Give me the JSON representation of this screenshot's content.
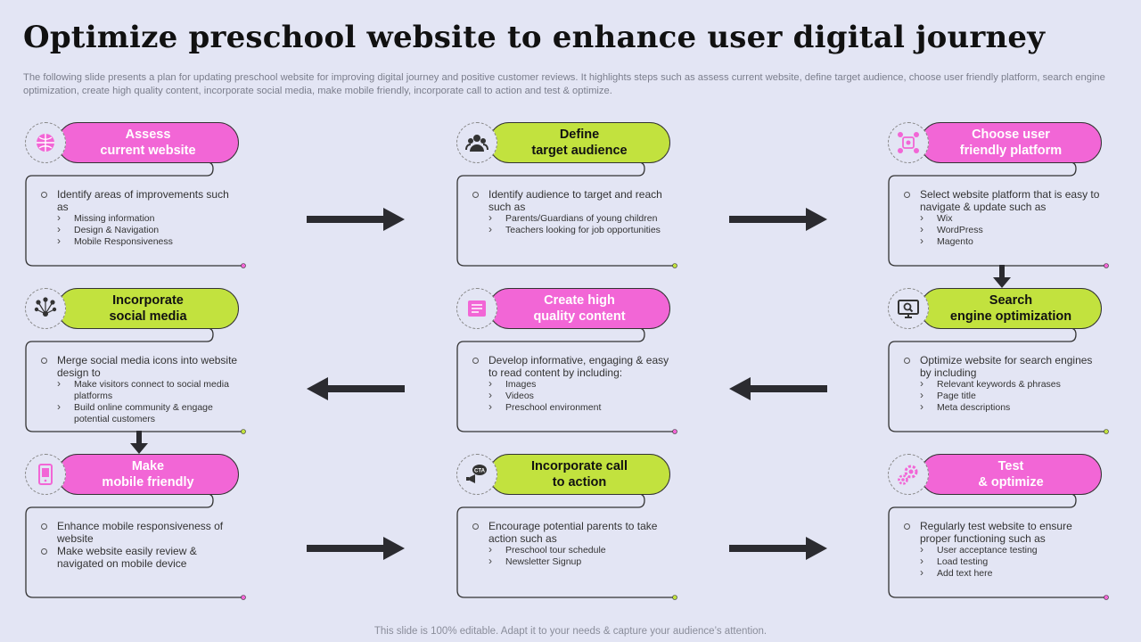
{
  "title": "Optimize preschool website to enhance user digital journey",
  "subtitle": "The following slide presents a plan for updating preschool website for improving digital journey and positive customer reviews. It highlights steps such as assess current website, define target audience, choose user friendly platform, search engine optimization, create high quality content, incorporate social media, make mobile friendly, incorporate call to action and test & optimize.",
  "footer": "This slide is 100% editable. Adapt it to your needs & capture your audience’s attention.",
  "colors": {
    "pink": "#f266d6",
    "green": "#c2e23e",
    "background": "#e3e5f4",
    "arrow": "#2b2b30"
  },
  "steps": [
    {
      "line1": "Assess",
      "line2": "current website",
      "color": "pink",
      "icon": "globe-icon",
      "bullets": [
        {
          "text": "Identify areas of improvements such as",
          "subs": [
            "Missing information",
            "Design & Navigation",
            "Mobile Responsiveness"
          ]
        }
      ]
    },
    {
      "line1": "Define",
      "line2": "target audience",
      "color": "green",
      "icon": "audience-icon",
      "bullets": [
        {
          "text": "Identify audience to target and reach such as",
          "subs": [
            "Parents/Guardians of young children",
            "Teachers looking  for job opportunities"
          ]
        }
      ]
    },
    {
      "line1": "Choose user",
      "line2": "friendly platform",
      "color": "pink",
      "icon": "platform-network-icon",
      "bullets": [
        {
          "text": "Select website platform that is easy to navigate & update such as",
          "subs": [
            "Wix",
            "WordPress",
            "Magento"
          ]
        }
      ]
    },
    {
      "line1": "Incorporate",
      "line2": "social media",
      "color": "green",
      "icon": "social-network-icon",
      "bullets": [
        {
          "text": "Merge social media icons into website design to",
          "subs": [
            "Make visitors connect to social media platforms",
            "Build online community & engage potential customers"
          ]
        }
      ]
    },
    {
      "line1": "Create high",
      "line2": "quality content",
      "color": "pink",
      "icon": "content-icon",
      "bullets": [
        {
          "text": "Develop informative, engaging & easy to read content by including:",
          "subs": [
            "Images",
            "Videos",
            "Preschool environment"
          ]
        }
      ]
    },
    {
      "line1": "Search",
      "line2": "engine optimization",
      "color": "green",
      "icon": "seo-monitor-icon",
      "bullets": [
        {
          "text": "Optimize website for search engines by including",
          "subs": [
            "Relevant keywords & phrases",
            "Page title",
            "Meta descriptions"
          ]
        }
      ]
    },
    {
      "line1": "Make",
      "line2": "mobile friendly",
      "color": "pink",
      "icon": "mobile-icon",
      "bullets": [
        {
          "text": "Enhance mobile responsiveness of website",
          "subs": []
        },
        {
          "text": "Make website easily review & navigated on mobile device",
          "subs": []
        }
      ]
    },
    {
      "line1": "Incorporate call",
      "line2": "to action",
      "color": "green",
      "icon": "cta-megaphone-icon",
      "bullets": [
        {
          "text": "Encourage potential parents to take action such as",
          "subs": [
            "Preschool tour schedule",
            "Newsletter Signup"
          ]
        }
      ]
    },
    {
      "line1": "Test",
      "line2": "& optimize",
      "color": "pink",
      "icon": "gears-icon",
      "bullets": [
        {
          "text": "Regularly test website to ensure proper functioning such as",
          "subs": [
            "User acceptance testing",
            "Load testing",
            "Add text here"
          ]
        }
      ]
    }
  ]
}
